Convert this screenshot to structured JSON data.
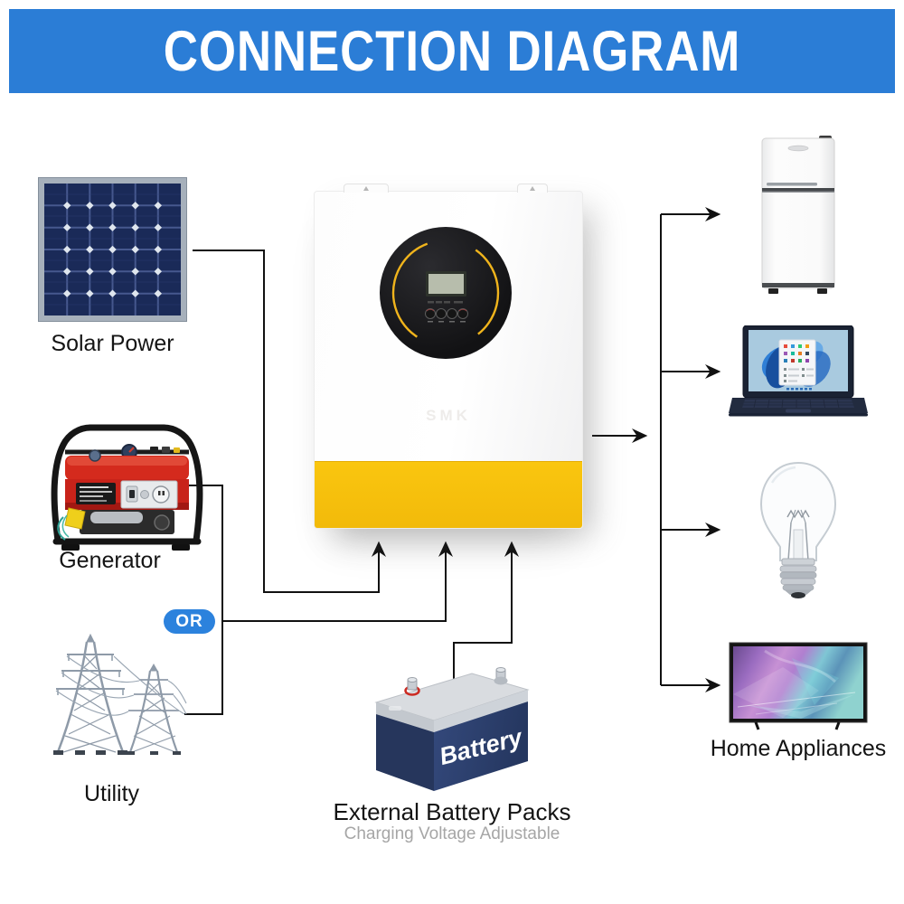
{
  "banner": {
    "title": "CONNECTION DIAGRAM",
    "bg_color": "#2b7dd6",
    "text_color": "#ffffff"
  },
  "sources": [
    {
      "id": "solar",
      "label": "Solar Power",
      "icon": "solar-panel-icon"
    },
    {
      "id": "generator",
      "label": "Generator",
      "icon": "generator-icon"
    },
    {
      "id": "utility",
      "label": "Utility",
      "icon": "utility-towers-icon"
    }
  ],
  "or_badge": {
    "label": "OR",
    "color": "#2c82dd"
  },
  "inverter": {
    "watermark": "SMK",
    "accent_yellow": "#f6c510",
    "icon": "solar-inverter-icon"
  },
  "battery": {
    "device_label": "Battery",
    "title": "External Battery Packs",
    "subtitle": "Charging Voltage Adjustable",
    "body_color": "#2d4070"
  },
  "appliances": {
    "label": "Home Appliances",
    "items": [
      {
        "id": "refrigerator",
        "icon": "refrigerator-icon"
      },
      {
        "id": "laptop",
        "icon": "laptop-icon"
      },
      {
        "id": "light-bulb",
        "icon": "light-bulb-icon"
      },
      {
        "id": "tv",
        "icon": "tv-icon"
      }
    ]
  },
  "colors": {
    "line": "#111111",
    "banner_blue": "#2b7dd6",
    "or_blue": "#2c82dd",
    "inverter_yellow": "#f6c510",
    "battery_navy": "#2d4070"
  }
}
